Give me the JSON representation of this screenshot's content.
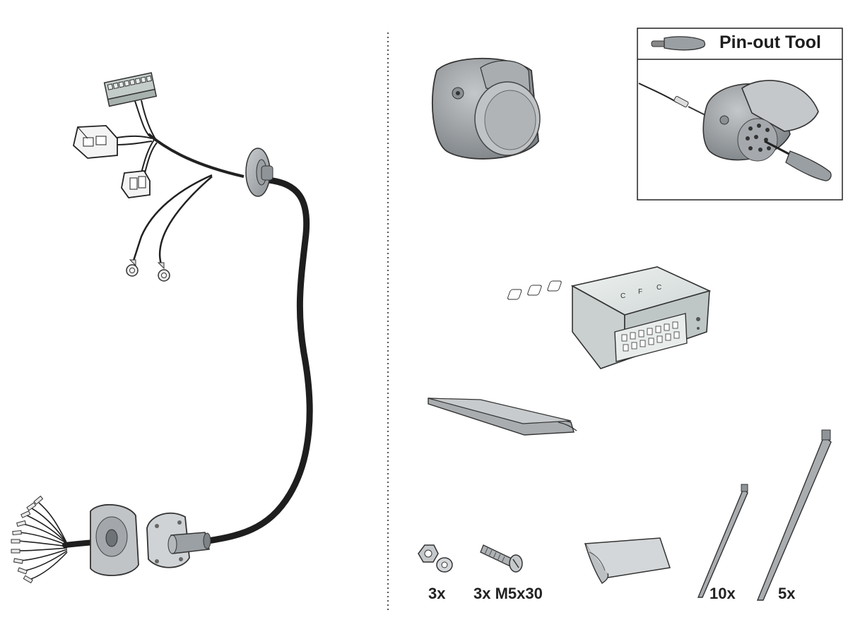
{
  "pinout_tool": {
    "title": "Pin-out Tool"
  },
  "labels": {
    "nuts": "3x",
    "screws": "3x M5x30",
    "ties_short": "10x",
    "ties_long": "5x"
  },
  "module": {
    "markings": [
      "C",
      "F",
      "C"
    ]
  },
  "colors": {
    "cable": "#222222",
    "part_fill": "#a9adb0",
    "part_dark": "#7d8286",
    "module_fill": "#d9dfdf",
    "outline": "#1a1a1a",
    "divider": "#555555"
  }
}
